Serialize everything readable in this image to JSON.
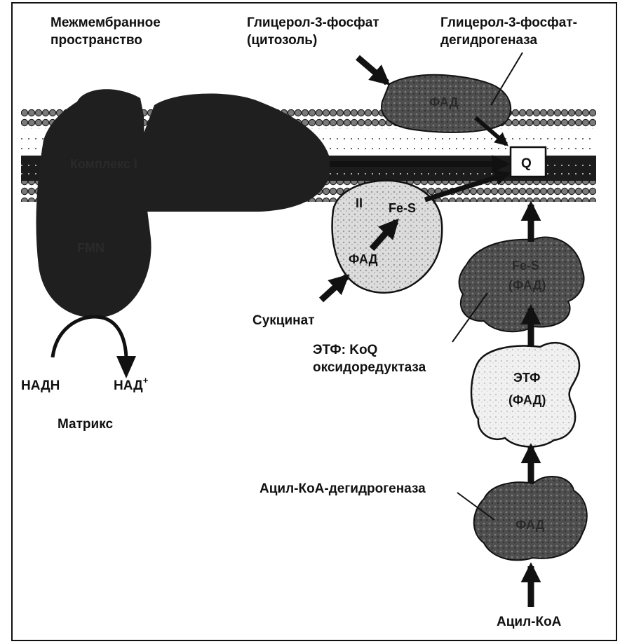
{
  "labels": {
    "intermembrane_line1": "Межмембранное",
    "intermembrane_line2": "пространство",
    "glycerol3p_line1": "Глицерол-3-фосфат",
    "glycerol3p_line2": "(цитозоль)",
    "g3pdh_line1": "Глицерол-3-фосфат-",
    "g3pdh_line2": "дегидрогеназа",
    "g3pdh_fad": "ФАД",
    "complex1": "Комплекс I",
    "complex1_fmn": "FMN",
    "q": "Q",
    "complex2": "II",
    "complex2_fes": "Fe-S",
    "complex2_fad": "ФАД",
    "succinate": "Сукцинат",
    "etfqo_fes": "Fe-S",
    "etfqo_fad": "(ФАД)",
    "etfqo_line1": "ЭТФ: KoQ",
    "etfqo_line2": "оксидоредуктаза",
    "etf": "ЭТФ",
    "etf_fad": "(ФАД)",
    "acyl_dh": "Ацил-КоА-дегидрогеназа",
    "acyl_dh_fad": "ФАД",
    "acyl_coa": "Ацил-КоА",
    "nadh": "НАДН",
    "nad": "НАД",
    "nad_sup": "+",
    "matrix": "Матрикс"
  },
  "colors": {
    "complex_dark": "#1f1f1f",
    "membrane_head": "#8a8a8a",
    "membrane_band": "#222222",
    "g3pdh_fill": "#5a5a5a",
    "complex2_fill": "#e6e6e6",
    "etfqo_fill": "#4a4a4a",
    "etf_fill": "#f2f2f2",
    "acyl_fill": "#555555"
  }
}
